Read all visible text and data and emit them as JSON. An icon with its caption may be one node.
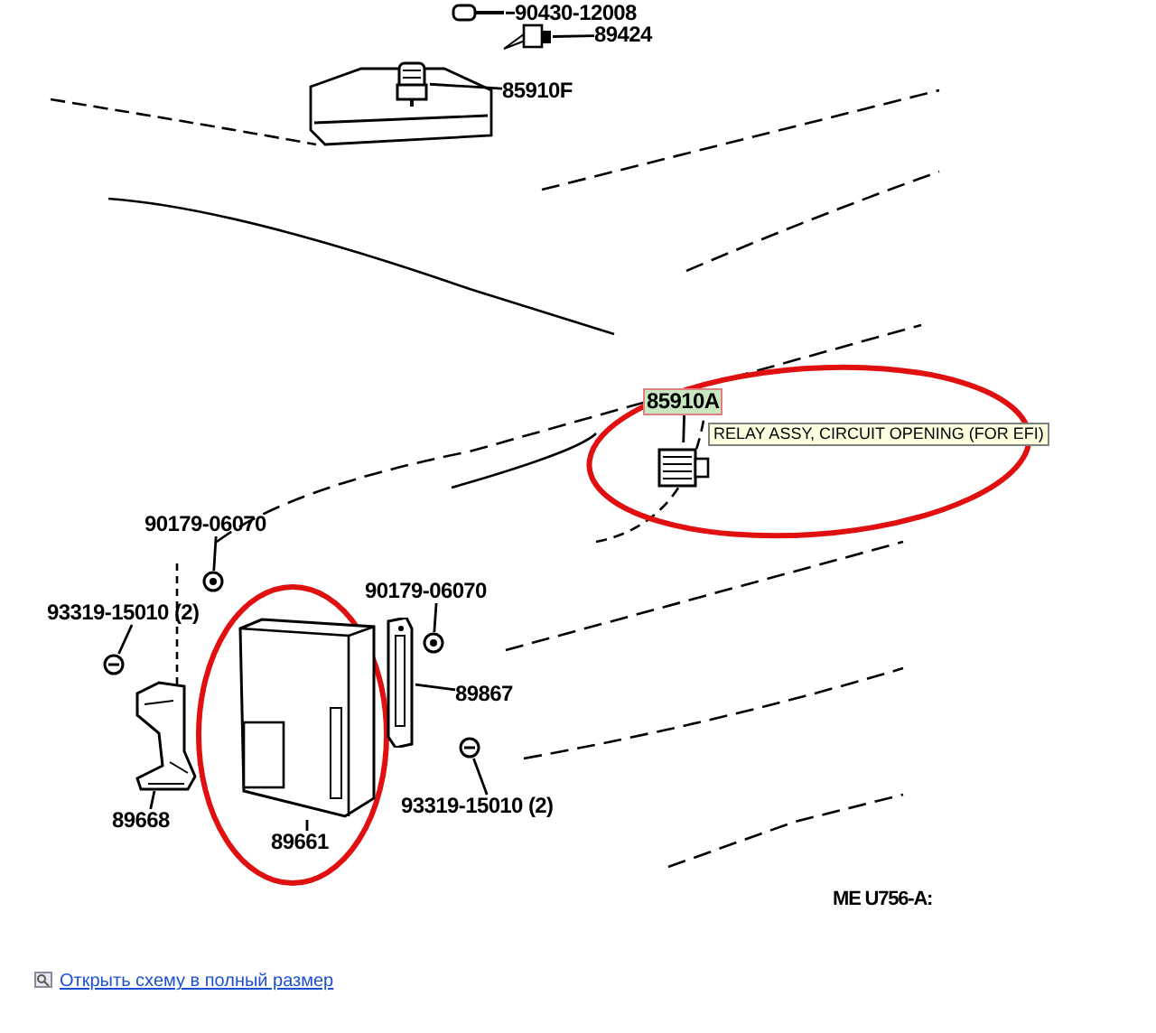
{
  "diagram": {
    "nodes": [
      {
        "text": [
          "90430-12008"
        ]
      },
      {
        "text": [],
        "shape": "picture"
      },
      {
        "text": [
          "89424"
        ]
      },
      {
        "text": [],
        "shape": "picture"
      },
      {
        "text": [
          "85910F"
        ]
      },
      {
        "text": [],
        "shape": "picture"
      },
      {
        "text": [
          "85910A"
        ]
      },
      {
        "text": [],
        "shape": "picture"
      },
      {
        "text": [
          "90179-06070"
        ]
      },
      {
        "text": [],
        "shape": "picture"
      },
      {
        "text": [
          "93319-15010 (2)"
        ]
      },
      {
        "text": [],
        "shape": "picture"
      },
      {
        "text": [
          "90179-06070"
        ]
      },
      {
        "text": [],
        "shape": "picture"
      },
      {
        "text": [
          "89867"
        ]
      },
      {
        "text": [],
        "shape": "picture"
      },
      {
        "text": [
          "93319-15010 (2)"
        ]
      },
      {
        "text": [],
        "shape": "picture"
      },
      {
        "text": [
          "89668"
        ]
      },
      {
        "text": [],
        "shape": "picture"
      },
      {
        "text": [
          "89661"
        ]
      },
      {
        "text": [],
        "shape": "picture"
      }
    ],
    "edges": [
      {
        "from": 0,
        "to": 1,
        "arrow": "none"
      },
      {
        "from": 2,
        "to": 3,
        "arrow": "none"
      },
      {
        "from": 4,
        "to": 5,
        "arrow": "none"
      },
      {
        "from": 6,
        "to": 7,
        "arrow": "none"
      },
      {
        "from": 8,
        "to": 9,
        "arrow": "none"
      },
      {
        "from": 10,
        "to": 11,
        "arrow": "none"
      },
      {
        "from": 12,
        "to": 13,
        "arrow": "none"
      },
      {
        "from": 14,
        "to": 15,
        "arrow": "none"
      },
      {
        "from": 16,
        "to": 17,
        "arrow": "none"
      },
      {
        "from": 18,
        "to": 19,
        "arrow": "none"
      },
      {
        "from": 20,
        "to": 21,
        "arrow": "none"
      }
    ],
    "labels": [
      "RELAY ASSY, CIRCUIT OPENING (FOR EFI)",
      "ME U756-A:",
      "Открыть схему в полный размер"
    ]
  }
}
